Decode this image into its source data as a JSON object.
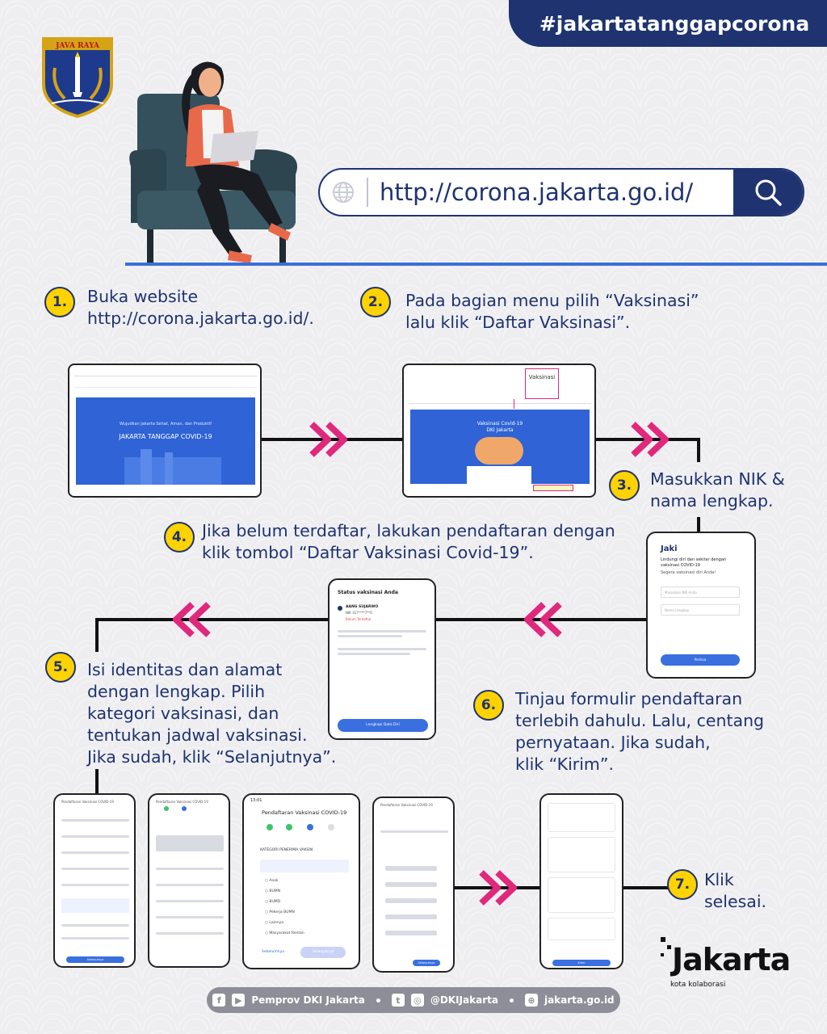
{
  "hashtag": "#jakartatanggapcorona",
  "logo": {
    "text": "JAVA RAYA"
  },
  "url_bar": {
    "url": "http://corona.jakarta.go.id/"
  },
  "steps": [
    {
      "num": "1.",
      "lines": [
        "Buka website",
        "http://corona.jakarta.go.id/."
      ]
    },
    {
      "num": "2.",
      "lines": [
        "Pada bagian menu pilih “Vaksinasi”",
        "lalu  klik “Daftar Vaksinasi”."
      ]
    },
    {
      "num": "3.",
      "lines": [
        "Masukkan NIK &",
        "nama lengkap."
      ]
    },
    {
      "num": "4.",
      "lines": [
        "Jika belum terdaftar, lakukan pendaftaran dengan",
        "klik tombol “Daftar Vaksinasi Covid-19”."
      ]
    },
    {
      "num": "5.",
      "lines": [
        "Isi identitas dan alamat",
        "dengan lengkap. Pilih",
        "kategori vaksinasi, dan",
        "tentukan jadwal vaksinasi.",
        "Jika sudah, klik “Selanjutnya”."
      ]
    },
    {
      "num": "6.",
      "lines": [
        "Tinjau formulir pendaftaran",
        "terlebih dahulu. Lalu, centang",
        "pernyataan. Jika sudah,",
        "klik “Kirim”."
      ]
    },
    {
      "num": "7.",
      "lines": [
        "Klik",
        "selesai."
      ]
    }
  ],
  "screens": {
    "web1": {
      "hero_sub": "Wujudkan Jakarta Sehat, Aman, dan Produktif",
      "hero_title": "JAKARTA TANGGAP COVID-19"
    },
    "web2": {
      "callout": "Vaksinasi",
      "hero_title": "Vaksinasi Covid-19",
      "hero_sub": "DKI Jakarta"
    },
    "jaki": {
      "brand": "Jaki",
      "heading": "Lindungi diri dan sekitar dengan vaksinasi COVID-19",
      "sub": "Segera vaksinasi diri Anda!",
      "field1": "Masukkan NIK Anda",
      "field2": "Nama Lengkap",
      "button": "Periksa"
    },
    "status": {
      "title": "Status vaksinasi Anda",
      "name": "AANG SUJARWO",
      "nik": "NIK 317****7**0",
      "status": "Belum Terdaftar",
      "button": "Lengkapi Data Diri"
    },
    "form_main": {
      "time": "13:01",
      "title": "Pendaftaran Vaksinasi COVID-19",
      "section": "KATEGORI PENERIMA VAKSIN",
      "options": [
        "Anak",
        "BUMN",
        "BUMD",
        "Pekerja BUMN",
        "Lainnya",
        "Masyarakat Rentan"
      ],
      "back": "Sebelumnya",
      "next": "Selanjutnya"
    },
    "form_small": {
      "title": "Pendaftaran Vaksinasi COVID-19",
      "next": "Selanjutnya"
    },
    "review": {
      "button": "Kirim"
    }
  },
  "footer": {
    "fb_text": "Pemprov DKI Jakarta",
    "tw_text": "@DKIJakarta",
    "web_text": "jakarta.go.id"
  },
  "brand": {
    "word": "Jakarta",
    "tagline": "kota kolaborasi"
  },
  "colors": {
    "navy": "#1e3370",
    "yellow": "#ffd200",
    "pink": "#e0287c",
    "blue": "#3a6fe0"
  }
}
